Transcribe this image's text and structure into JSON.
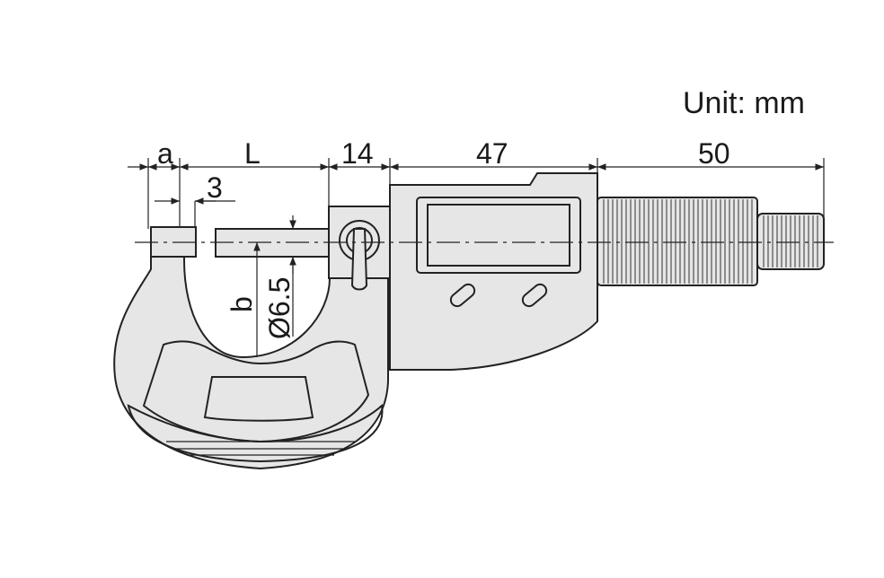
{
  "unit_label": "Unit: mm",
  "dimensions": {
    "a": "a",
    "L": "L",
    "d14": "14",
    "d47": "47",
    "d50": "50",
    "d3": "3",
    "b": "b",
    "dia": "Ø6.5"
  },
  "colors": {
    "body": "#e6e6e6",
    "line": "#222222",
    "background": "#ffffff"
  }
}
